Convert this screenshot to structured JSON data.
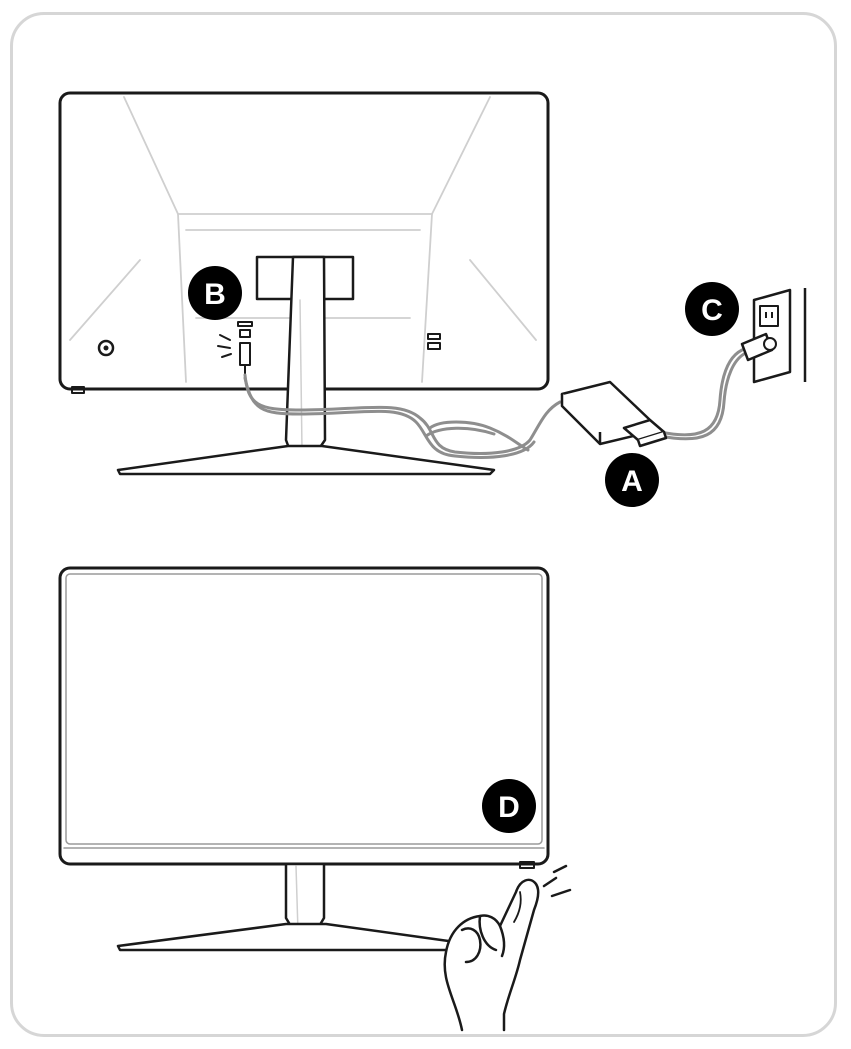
{
  "callouts": {
    "a": "A",
    "b": "B",
    "c": "C",
    "d": "D"
  },
  "colors": {
    "frame_border": "#d6d6d6",
    "line": "#1a1a1a",
    "cable": "#9a9a9a",
    "callout_fill": "#000000",
    "callout_text": "#ffffff"
  },
  "icons": {
    "msi_logo": "logo-icon",
    "power_indicator": "power-port-icon"
  }
}
